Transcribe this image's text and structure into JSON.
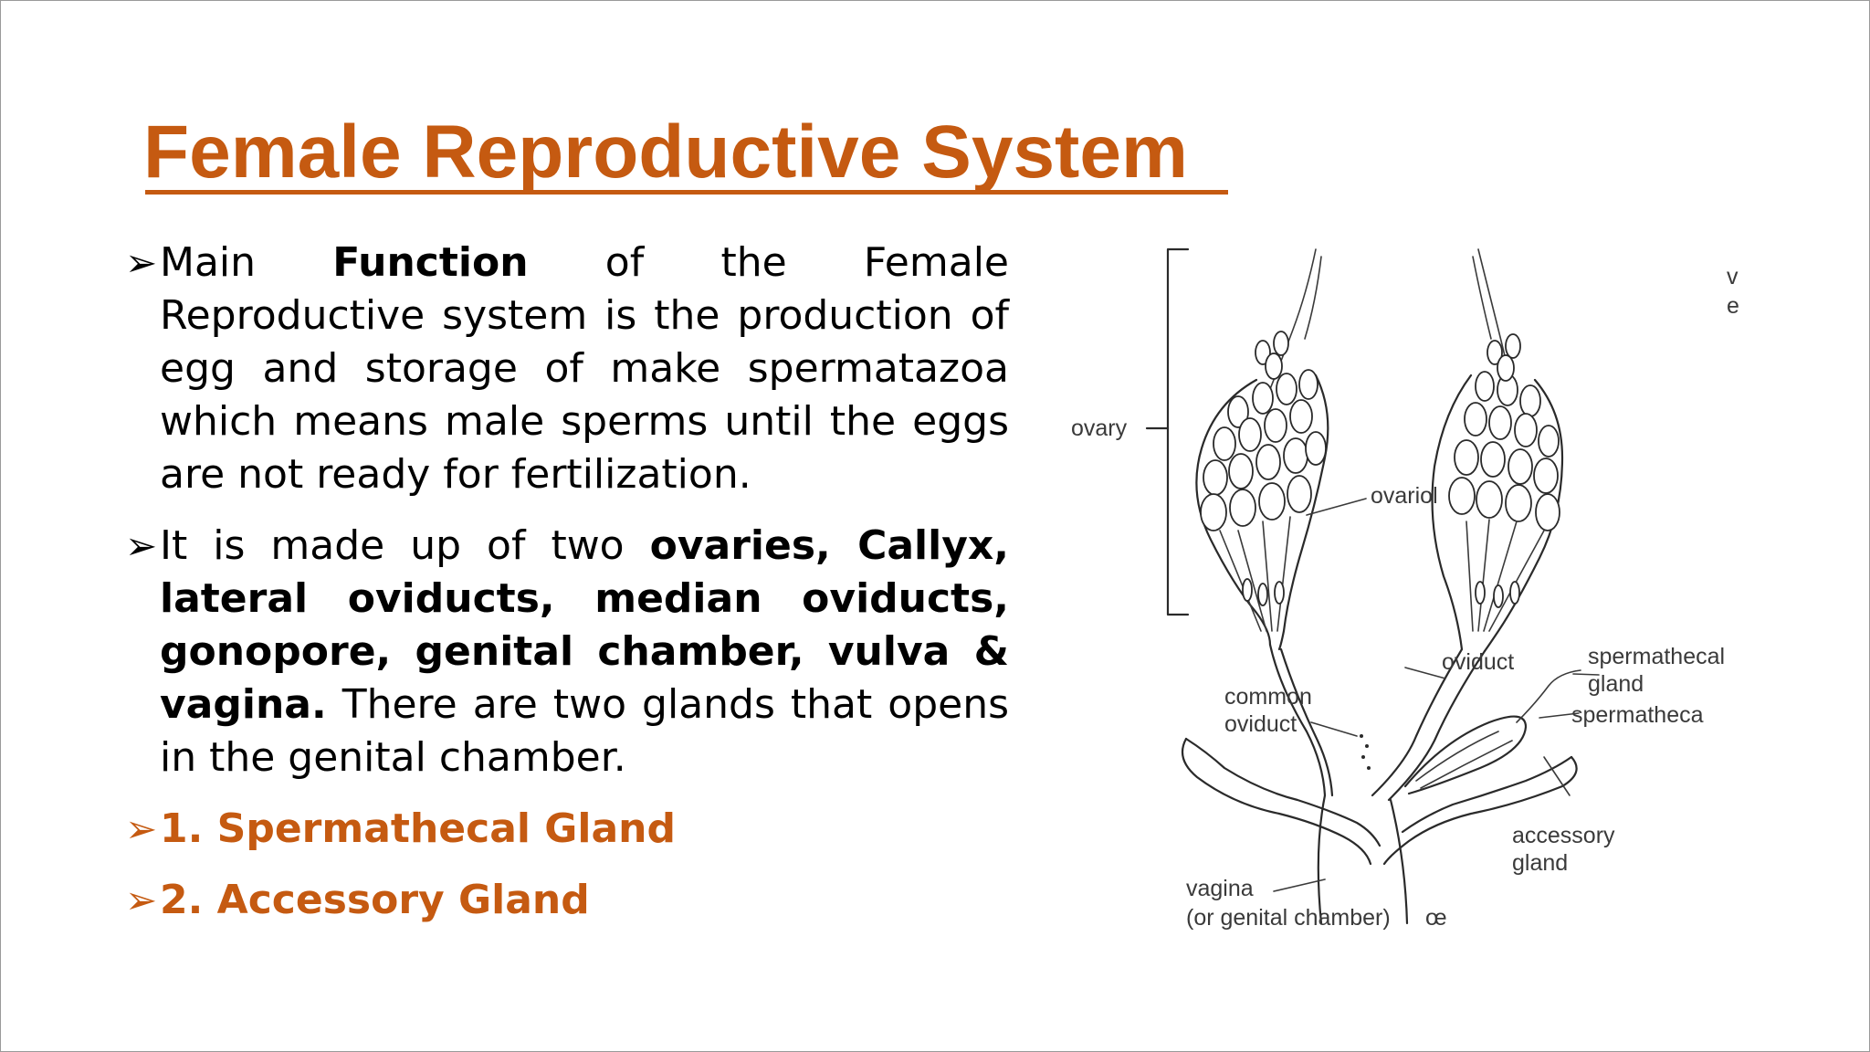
{
  "title": "Female Reproductive System",
  "bullets": [
    {
      "runs": [
        {
          "text": "Main ",
          "bold": false
        },
        {
          "text": "Function",
          "bold": true
        },
        {
          "text": " of the Female Reproductive system is the production of egg and storage of make spermatazoa which means male sperms until the eggs are not ready for fertilization.",
          "bold": false
        }
      ]
    },
    {
      "runs": [
        {
          "text": "It is made up of two ",
          "bold": false
        },
        {
          "text": "ovaries, Callyx, lateral oviducts, median oviducts, gonopore, genital chamber, vulva & vagina.",
          "bold": true
        },
        {
          "text": " There are two glands that opens in the genital chamber.",
          "bold": false
        }
      ]
    }
  ],
  "glands": [
    "1. Spermathecal Gland",
    "2. Accessory Gland"
  ],
  "diagram": {
    "labels": {
      "ovary": "ovary",
      "ovariol": "ovariol",
      "oviduct": "oviduct",
      "common_oviduct_1": "common",
      "common_oviduct_2": "oviduct",
      "spermathecal_gland_1": "spermathecal",
      "spermathecal_gland_2": "gland",
      "spermatheca": "spermatheca",
      "accessory_gland_1": "accessory",
      "accessory_gland_2": "gland",
      "vagina": "vagina",
      "genital_chamber": "(or genital chamber)",
      "credit": "œ",
      "cut_off_1": "v",
      "cut_off_2": "e"
    }
  },
  "colors": {
    "accent": "#c55a11",
    "text": "#000000"
  }
}
